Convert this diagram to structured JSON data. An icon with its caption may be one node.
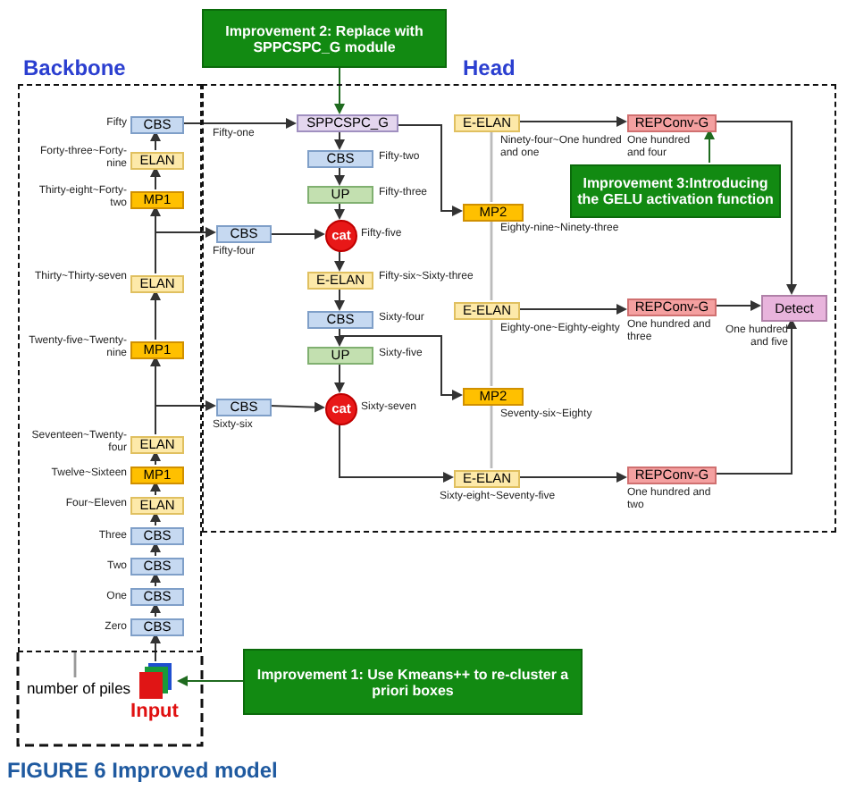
{
  "diagram": {
    "caption": "FIGURE 6 Improved model",
    "nodes": [
      {
        "text": [
          "Backbone"
        ]
      },
      {
        "text": [
          "CBS"
        ],
        "in": 0,
        "beside": [
          "Fifty"
        ]
      },
      {
        "text": [
          "ELAN"
        ],
        "in": 0,
        "beside": [
          "Forty-three~Forty-nine"
        ]
      },
      {
        "text": [
          "MP1"
        ],
        "in": 0,
        "beside": [
          "Thirty-eight~Forty-two"
        ]
      },
      {
        "text": [
          "ELAN"
        ],
        "in": 0,
        "beside": [
          "Thirty~Thirty-seven"
        ]
      },
      {
        "text": [
          "MP1"
        ],
        "in": 0,
        "beside": [
          "Twenty-five~Twenty-nine"
        ]
      },
      {
        "text": [
          "ELAN"
        ],
        "in": 0,
        "beside": [
          "Seventeen~Twenty-four"
        ]
      },
      {
        "text": [
          "MP1"
        ],
        "in": 0,
        "beside": [
          "Twelve~Sixteen"
        ]
      },
      {
        "text": [
          "ELAN"
        ],
        "in": 0,
        "beside": [
          "Four~Eleven"
        ]
      },
      {
        "text": [
          "CBS"
        ],
        "in": 0,
        "beside": [
          "Three"
        ]
      },
      {
        "text": [
          "CBS"
        ],
        "in": 0,
        "beside": [
          "Two"
        ]
      },
      {
        "text": [
          "CBS"
        ],
        "in": 0,
        "beside": [
          "One"
        ]
      },
      {
        "text": [
          "CBS"
        ],
        "in": 0,
        "beside": [
          "Zero"
        ]
      },
      {
        "text": [
          "Head"
        ]
      },
      {
        "text": [
          "SPPCSPC_G"
        ],
        "in": 13,
        "beside": [
          "Fifty-one"
        ]
      },
      {
        "text": [
          "CBS"
        ],
        "in": 13,
        "beside": [
          "Fifty-two"
        ]
      },
      {
        "text": [
          "UP"
        ],
        "in": 13,
        "beside": [
          "Fifty-three"
        ]
      },
      {
        "text": [
          "CBS"
        ],
        "in": 13,
        "beside": [
          "Fifty-four"
        ]
      },
      {
        "text": [
          "cat"
        ],
        "in": 13,
        "beside": [
          "Fifty-five"
        ]
      },
      {
        "text": [
          "E-ELAN"
        ],
        "in": 13,
        "beside": [
          "Fifty-six~Sixty-three"
        ]
      },
      {
        "text": [
          "CBS"
        ],
        "in": 13,
        "beside": [
          "Sixty-four"
        ]
      },
      {
        "text": [
          "UP"
        ],
        "in": 13,
        "beside": [
          "Sixty-five"
        ]
      },
      {
        "text": [
          "CBS"
        ],
        "in": 13,
        "beside": [
          "Sixty-six"
        ]
      },
      {
        "text": [
          "cat"
        ],
        "in": 13,
        "beside": [
          "Sixty-seven"
        ]
      },
      {
        "text": [
          "E-ELAN"
        ],
        "in": 13,
        "beside": [
          "Sixty-eight~Seventy-five"
        ]
      },
      {
        "text": [
          "MP2"
        ],
        "in": 13,
        "beside": [
          "Seventy-six~Eighty"
        ]
      },
      {
        "text": [
          "E-ELAN"
        ],
        "in": 13,
        "beside": [
          "Eighty-one~Eighty-eighty"
        ]
      },
      {
        "text": [
          "MP2"
        ],
        "in": 13,
        "beside": [
          "Eighty-nine~Ninety-three"
        ]
      },
      {
        "text": [
          "E-ELAN"
        ],
        "in": 13,
        "beside": [
          "Ninety-four~One hundred and one"
        ]
      },
      {
        "text": [
          "REPConv-G"
        ],
        "in": 13,
        "beside": [
          "One hundred and four"
        ]
      },
      {
        "text": [
          "REPConv-G"
        ],
        "in": 13,
        "beside": [
          "One hundred and three"
        ]
      },
      {
        "text": [
          "REPConv-G"
        ],
        "in": 13,
        "beside": [
          "One hundred and two"
        ]
      },
      {
        "text": [
          "Detect"
        ],
        "in": 13,
        "beside": [
          "One hundred and five"
        ]
      },
      {
        "text": [
          "Improvement 3:Introducing the GELU activation function"
        ],
        "in": 13
      },
      {
        "text": [
          "Improvement 2: Replace with SPPCSPC_G module"
        ]
      },
      {
        "text": [
          "Improvement 1: Use Kmeans++ to re-cluster a priori boxes"
        ]
      },
      {
        "text": [
          "Input"
        ]
      },
      {
        "text": [
          "number of piles"
        ]
      }
    ],
    "edges": [
      {
        "from": 36,
        "to": 12,
        "arrow": "to"
      },
      {
        "from": 12,
        "to": 11,
        "arrow": "to"
      },
      {
        "from": 11,
        "to": 10,
        "arrow": "to"
      },
      {
        "from": 10,
        "to": 9,
        "arrow": "to"
      },
      {
        "from": 9,
        "to": 8,
        "arrow": "to"
      },
      {
        "from": 8,
        "to": 7,
        "arrow": "to"
      },
      {
        "from": 7,
        "to": 6,
        "arrow": "to"
      },
      {
        "from": 6,
        "to": 5,
        "arrow": "to"
      },
      {
        "from": 5,
        "to": 4,
        "arrow": "to"
      },
      {
        "from": 4,
        "to": 3,
        "arrow": "to"
      },
      {
        "from": 3,
        "to": 2,
        "arrow": "to"
      },
      {
        "from": 2,
        "to": 1,
        "arrow": "to"
      },
      {
        "from": 1,
        "to": 14,
        "arrow": "to"
      },
      {
        "from": 4,
        "to": 17,
        "arrow": "to"
      },
      {
        "from": 6,
        "to": 22,
        "arrow": "to"
      },
      {
        "from": 14,
        "to": 15,
        "arrow": "to"
      },
      {
        "from": 15,
        "to": 16,
        "arrow": "to"
      },
      {
        "from": 16,
        "to": 18,
        "arrow": "to"
      },
      {
        "from": 17,
        "to": 18,
        "arrow": "to"
      },
      {
        "from": 18,
        "to": 19,
        "arrow": "to"
      },
      {
        "from": 19,
        "to": 20,
        "arrow": "to"
      },
      {
        "from": 20,
        "to": 21,
        "arrow": "to"
      },
      {
        "from": 21,
        "to": 23,
        "arrow": "to"
      },
      {
        "from": 22,
        "to": 23,
        "arrow": "to"
      },
      {
        "from": 23,
        "to": 24,
        "arrow": "to"
      },
      {
        "from": 14,
        "to": 27,
        "arrow": "to"
      },
      {
        "from": 20,
        "to": 25,
        "arrow": "to"
      },
      {
        "from": 24,
        "to": 25,
        "arrow": "none",
        "color": "#bbbbbb"
      },
      {
        "from": 25,
        "to": 26,
        "arrow": "none",
        "color": "#bbbbbb"
      },
      {
        "from": 26,
        "to": 27,
        "arrow": "none",
        "color": "#bbbbbb"
      },
      {
        "from": 27,
        "to": 28,
        "arrow": "none",
        "color": "#bbbbbb"
      },
      {
        "from": 28,
        "to": 29,
        "arrow": "to"
      },
      {
        "from": 26,
        "to": 30,
        "arrow": "to"
      },
      {
        "from": 24,
        "to": 31,
        "arrow": "to"
      },
      {
        "from": 29,
        "to": 32,
        "arrow": "to"
      },
      {
        "from": 30,
        "to": 32,
        "arrow": "to"
      },
      {
        "from": 31,
        "to": 32,
        "arrow": "to"
      },
      {
        "from": 34,
        "to": 14,
        "arrow": "to",
        "color": "#1f6b1f"
      },
      {
        "from": 33,
        "to": 29,
        "arrow": "to",
        "color": "#1f6b1f"
      },
      {
        "from": 35,
        "to": 36,
        "arrow": "to",
        "color": "#1f6b1f"
      },
      {
        "from": 37,
        "to": 0,
        "arrow": "none",
        "color": "#999999"
      }
    ]
  }
}
